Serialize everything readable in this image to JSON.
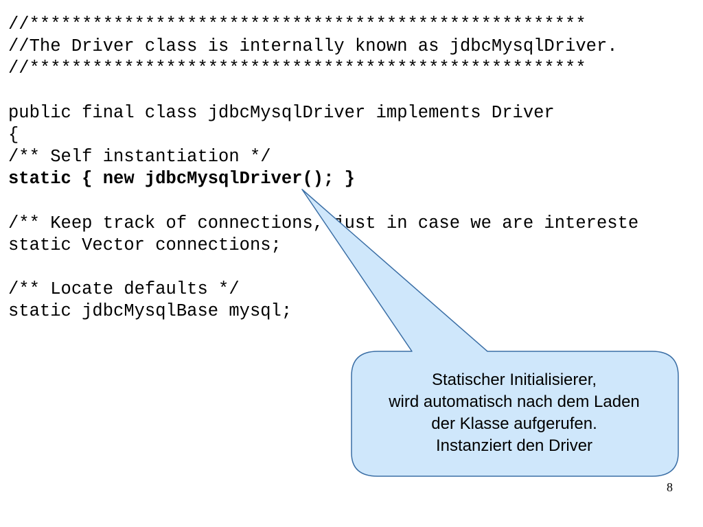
{
  "code": {
    "lines": [
      "//*****************************************************",
      "//The Driver class is internally known as jdbcMysqlDriver.",
      "//*****************************************************",
      "",
      "public final class jdbcMysqlDriver implements Driver",
      "{",
      "/** Self instantiation */",
      "static { new jdbcMysqlDriver(); }",
      "",
      "/** Keep track of connections, just in case we are intereste",
      "static Vector connections;",
      "",
      "/** Locate defaults */",
      "static jdbcMysqlBase mysql;"
    ],
    "bold_line_index": 7
  },
  "callout": {
    "line1": "Statischer Initialisierer,",
    "line2": "wird automatisch nach dem Laden",
    "line3": "der Klasse aufgerufen.",
    "line4": "Instanziert den Driver",
    "fill_color": "#cfe7fb",
    "border_color": "#3a6ea5"
  },
  "page_number": "8"
}
